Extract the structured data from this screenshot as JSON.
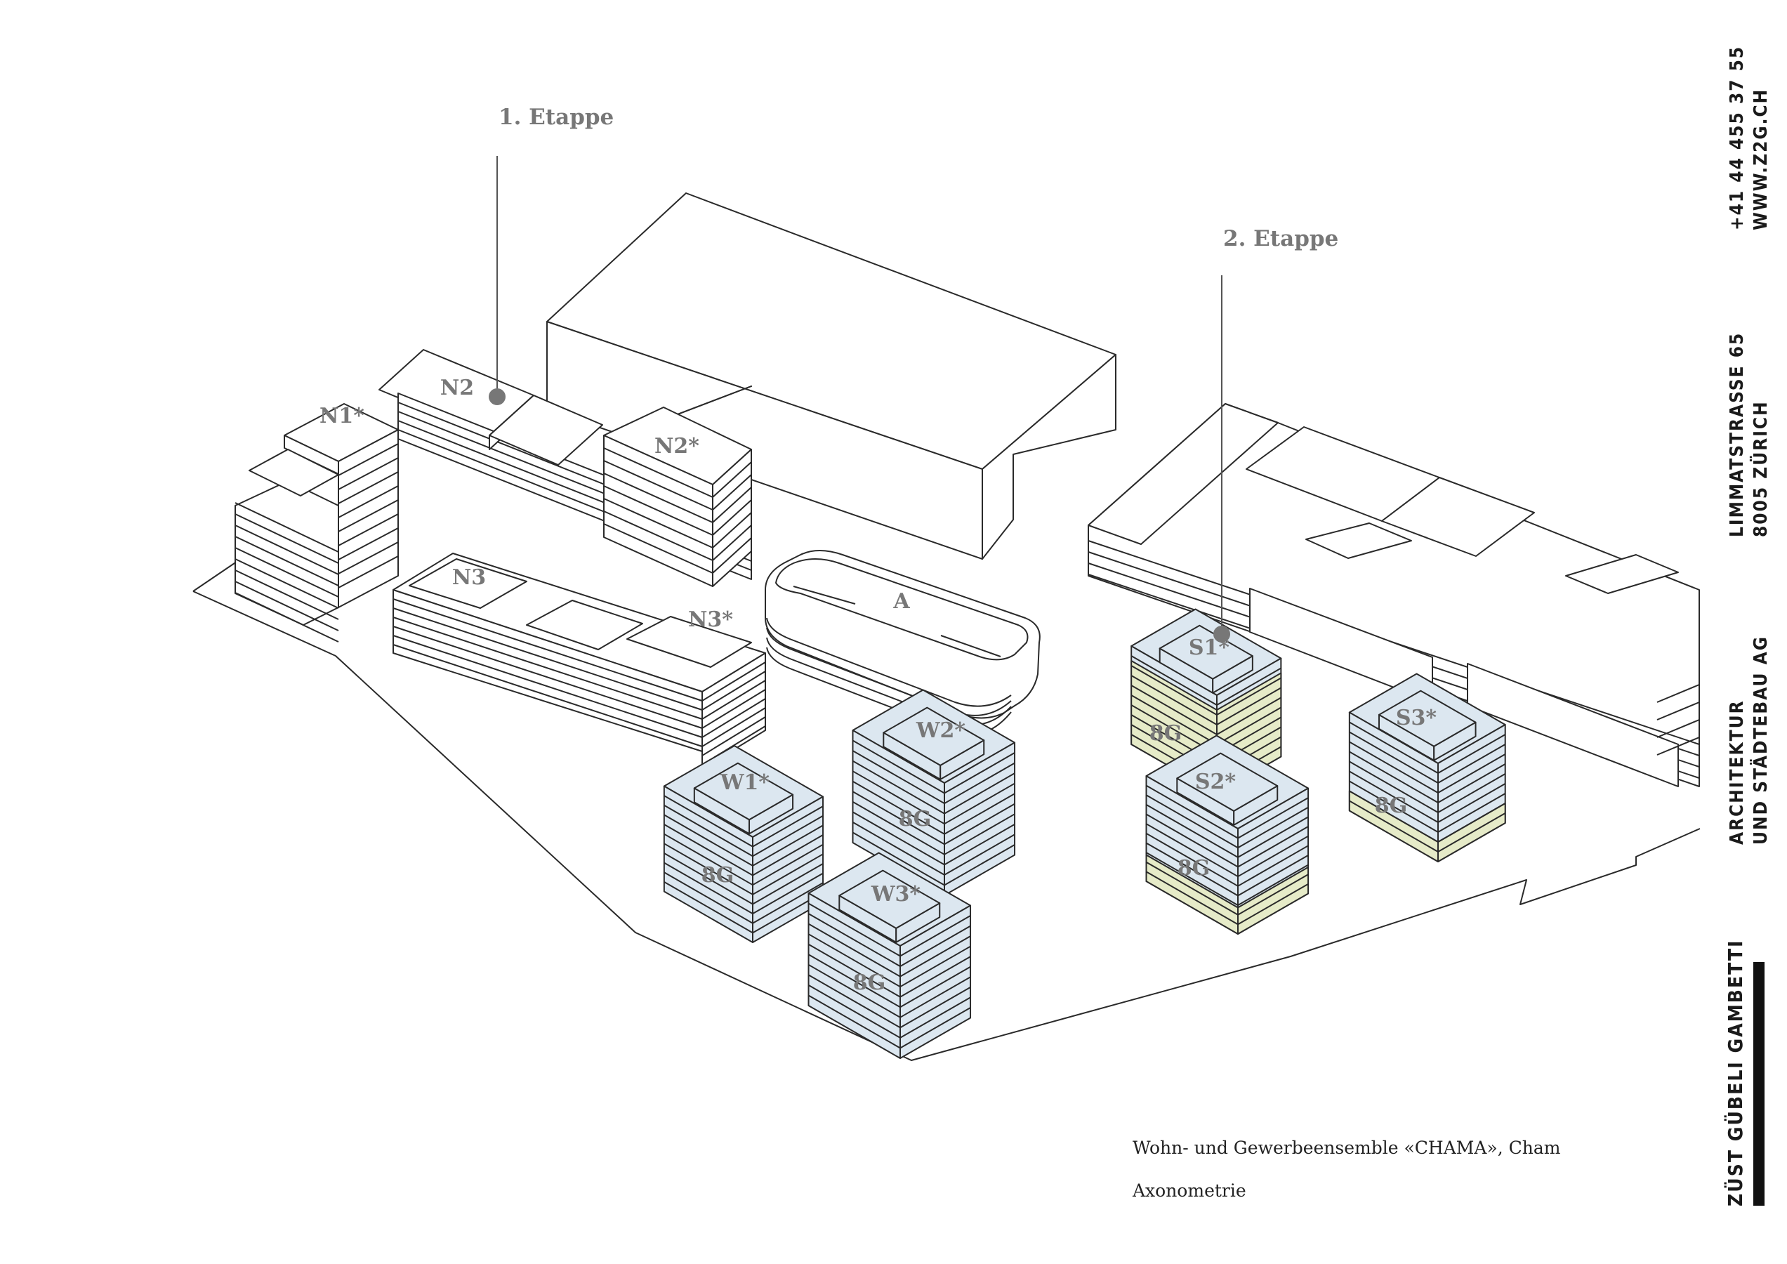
{
  "colors": {
    "line": "#2a2a2a",
    "blue_fill": "#dce7f0",
    "green_fill": "#e6ebc8",
    "leader": "#555555",
    "leader_dot": "#777777",
    "label": "#777777"
  },
  "stages": {
    "stage1": "1. Etappe",
    "stage2": "2. Etappe"
  },
  "buildings": {
    "N1": "N1*",
    "N2": "N2",
    "N2s": "N2*",
    "N3": "N3",
    "N3s": "N3*",
    "A": "A",
    "W1": "W1*",
    "W2": "W2*",
    "W3": "W3*",
    "S1": "S1*",
    "S2": "S2*",
    "S3": "S3*",
    "W1_floors": "8G",
    "W2_floors": "8G",
    "W3_floors": "8G",
    "S1_floors": "8G",
    "S2_floors": "8G",
    "S3_floors": "8G"
  },
  "caption": {
    "project": "Wohn- und Gewerbeensemble «CHAMA», Cham",
    "type": "Axonometrie"
  },
  "sidebar": {
    "contact_phone": "+41 44 455 37 55",
    "contact_web": "WWW.Z2G.CH",
    "address_street": "LIMMATSTRASSE 65",
    "address_city": "8005 ZÜRICH",
    "desc_line1": "ARCHITEKTUR",
    "desc_line2": "UND STÄDTEBAU AG",
    "firm_name": "ZÜST GÜBELI GAMBETTI"
  }
}
